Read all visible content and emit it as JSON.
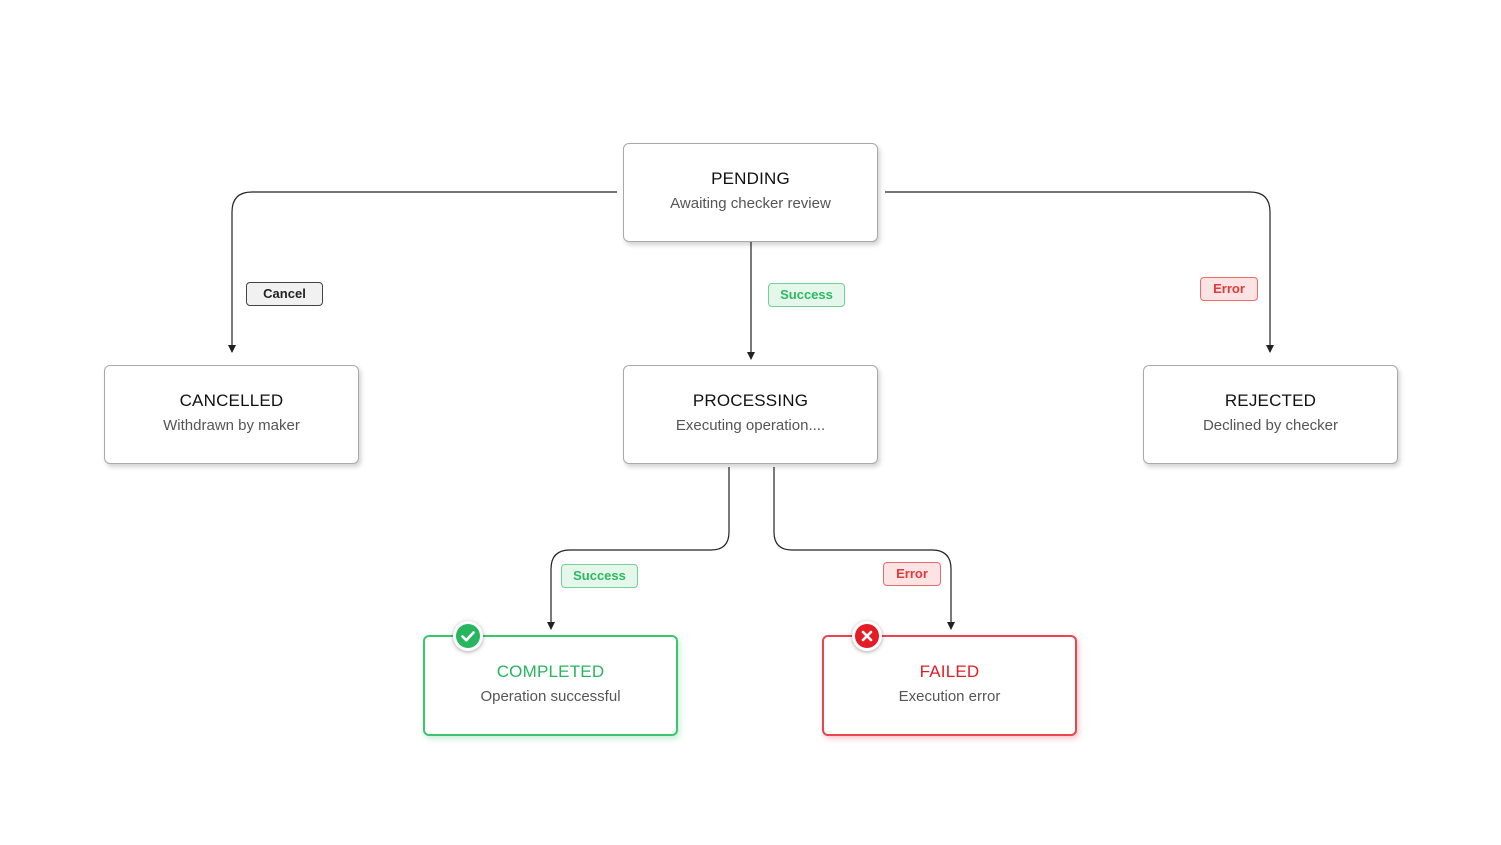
{
  "nodes": {
    "pending": {
      "title": "PENDING",
      "subtitle": "Awaiting checker review"
    },
    "cancelled": {
      "title": "CANCELLED",
      "subtitle": "Withdrawn by maker"
    },
    "processing": {
      "title": "PROCESSING",
      "subtitle": "Executing operation...."
    },
    "rejected": {
      "title": "REJECTED",
      "subtitle": "Declined by checker"
    },
    "completed": {
      "title": "COMPLETED",
      "subtitle": "Operation successful",
      "status": "success",
      "icon": "check-circle-icon"
    },
    "failed": {
      "title": "FAILED",
      "subtitle": "Execution error",
      "status": "error",
      "icon": "x-circle-icon"
    }
  },
  "edges": [
    {
      "from": "PENDING",
      "to": "CANCELLED",
      "label": "Cancel",
      "kind": "neutral"
    },
    {
      "from": "PENDING",
      "to": "PROCESSING",
      "label": "Success",
      "kind": "success"
    },
    {
      "from": "PENDING",
      "to": "REJECTED",
      "label": "Error",
      "kind": "error"
    },
    {
      "from": "PROCESSING",
      "to": "COMPLETED",
      "label": "Success",
      "kind": "success"
    },
    {
      "from": "PROCESSING",
      "to": "FAILED",
      "label": "Error",
      "kind": "error"
    }
  ],
  "colors": {
    "success": "#27b55f",
    "error": "#e41c26",
    "connector": "#222222",
    "node_border": "#a9a9a9"
  }
}
